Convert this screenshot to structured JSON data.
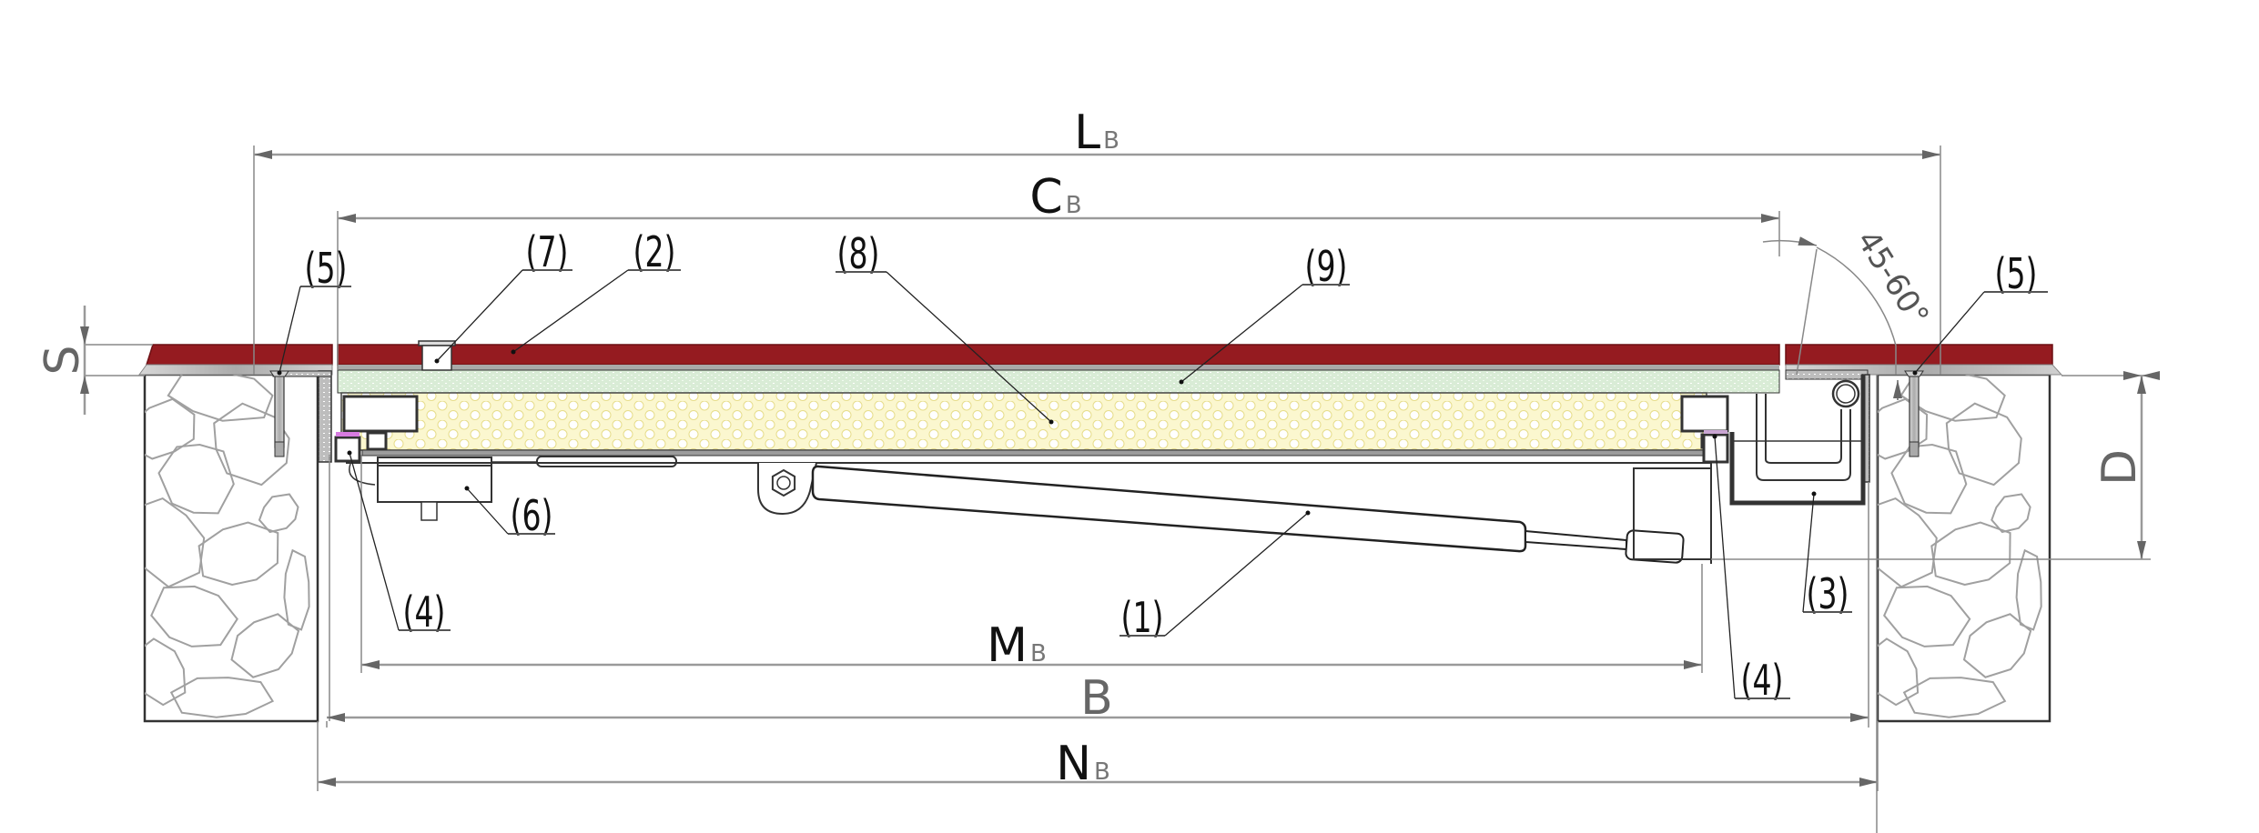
{
  "drawing": {
    "title": "Hatch cross-section with gas strut",
    "colors": {
      "lid_top": "#951b20",
      "lid_edge": "#6d1014",
      "steel_grey": "#b3b3b3",
      "insulation_green": "#d9ecd6",
      "honeycomb_fill": "#fbf7cf",
      "honeycomb_line": "#e7dd8a",
      "seal_pink": "#d77be0",
      "dimension_grey": "#9a9a9a",
      "stone_line": "#a0a0a0"
    },
    "dimensions": {
      "LB": {
        "main": "L",
        "sub": "B"
      },
      "CB": {
        "main": "C",
        "sub": "B"
      },
      "MB": {
        "main": "M",
        "sub": "B"
      },
      "B": {
        "main": "B",
        "sub": ""
      },
      "NB": {
        "main": "N",
        "sub": "B"
      },
      "S": {
        "main": "S"
      },
      "D": {
        "main": "D"
      }
    },
    "angle_label": "45-60°",
    "callouts": [
      {
        "id": "1",
        "text": "(1)",
        "part": "gas strut"
      },
      {
        "id": "2",
        "text": "(2)",
        "part": "lid top plate"
      },
      {
        "id": "3",
        "text": "(3)",
        "part": "hinge channel"
      },
      {
        "id": "4a",
        "text": "(4)",
        "part": "seal profile left"
      },
      {
        "id": "4b",
        "text": "(4)",
        "part": "seal profile right"
      },
      {
        "id": "5a",
        "text": "(5)",
        "part": "anchor bolt left"
      },
      {
        "id": "5b",
        "text": "(5)",
        "part": "anchor bolt right"
      },
      {
        "id": "6",
        "text": "(6)",
        "part": "lock"
      },
      {
        "id": "7",
        "text": "(7)",
        "part": "key insert"
      },
      {
        "id": "8",
        "text": "(8)",
        "part": "honeycomb core"
      },
      {
        "id": "9",
        "text": "(9)",
        "part": "insulation layer"
      }
    ]
  }
}
